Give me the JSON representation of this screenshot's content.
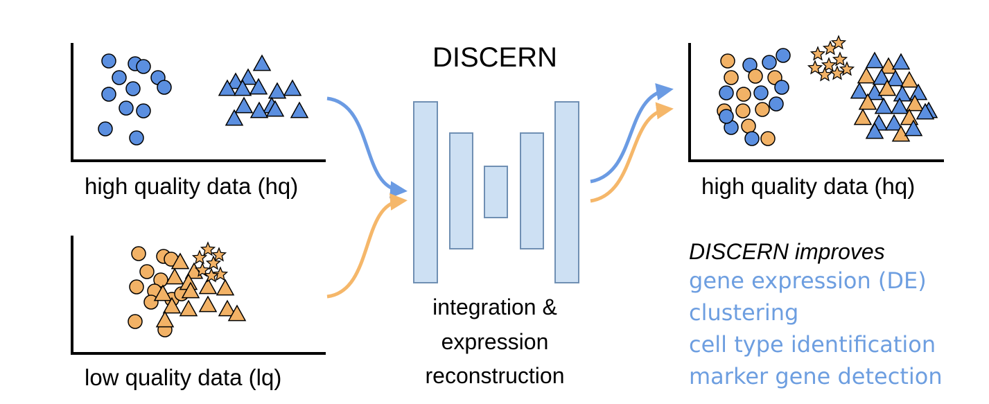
{
  "colors": {
    "hq_blue": "#5b8fe0",
    "lq_orange": "#f2b266",
    "arrow_blue": "#6b9be3",
    "arrow_orange": "#f5b76a",
    "network_fill": "#cde0f3",
    "network_stroke": "#6f8fb3",
    "improves_text": "#6d9ee0"
  },
  "title": "DISCERN",
  "input_hq_label": "high quality data (hq)",
  "input_lq_label": "low quality data (lq)",
  "output_label": "high quality data (hq)",
  "network_caption": [
    "integration &",
    "expression",
    "reconstruction"
  ],
  "improves": {
    "heading": "DISCERN improves",
    "items": [
      "gene expression (DE)",
      "clustering",
      "cell type identification",
      "marker gene detection"
    ]
  },
  "icons": {
    "markers": [
      "circle-icon",
      "triangle-icon",
      "star-icon"
    ]
  }
}
